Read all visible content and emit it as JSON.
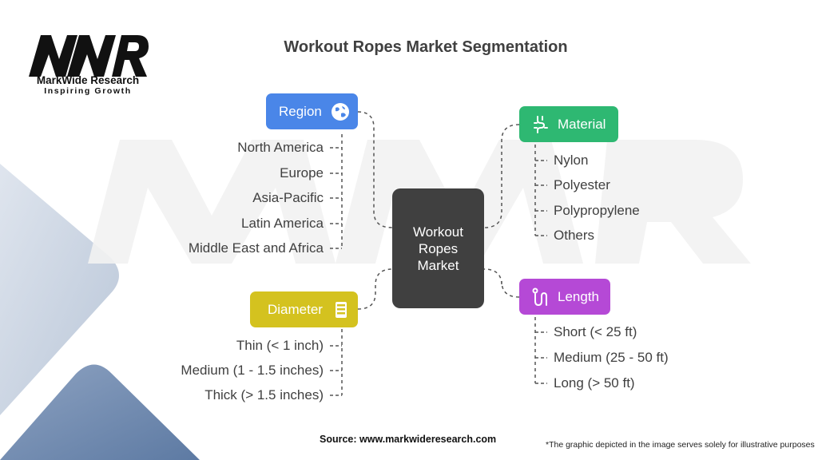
{
  "brand": {
    "name": "MarkWide Research",
    "tagline": "Inspiring Growth"
  },
  "title": "Workout Ropes Market Segmentation",
  "center": "Workout\nRopes\nMarket",
  "segments": {
    "region": {
      "label": "Region",
      "color": "#4a86e8",
      "icon": "globe-icon",
      "items": [
        "North America",
        "Europe",
        "Asia-Pacific",
        "Latin America",
        "Middle East and Africa"
      ]
    },
    "diameter": {
      "label": "Diameter",
      "color": "#d4c21f",
      "icon": "layers-icon",
      "items": [
        "Thin (< 1 inch)",
        "Medium (1 - 1.5 inches)",
        "Thick (> 1.5 inches)"
      ]
    },
    "material": {
      "label": "Material",
      "color": "#2eb872",
      "icon": "coil-icon",
      "items": [
        "Nylon",
        "Polyester",
        "Polypropylene",
        "Others"
      ]
    },
    "length": {
      "label": "Length",
      "color": "#b549d6",
      "icon": "jump-rope-icon",
      "items": [
        "Short (< 25 ft)",
        "Medium (25 - 50 ft)",
        "Long (> 50 ft)"
      ]
    }
  },
  "footer": {
    "source": "Source: www.markwideresearch.com",
    "disclaimer": "*The graphic depicted in the image serves solely for illustrative purposes"
  }
}
